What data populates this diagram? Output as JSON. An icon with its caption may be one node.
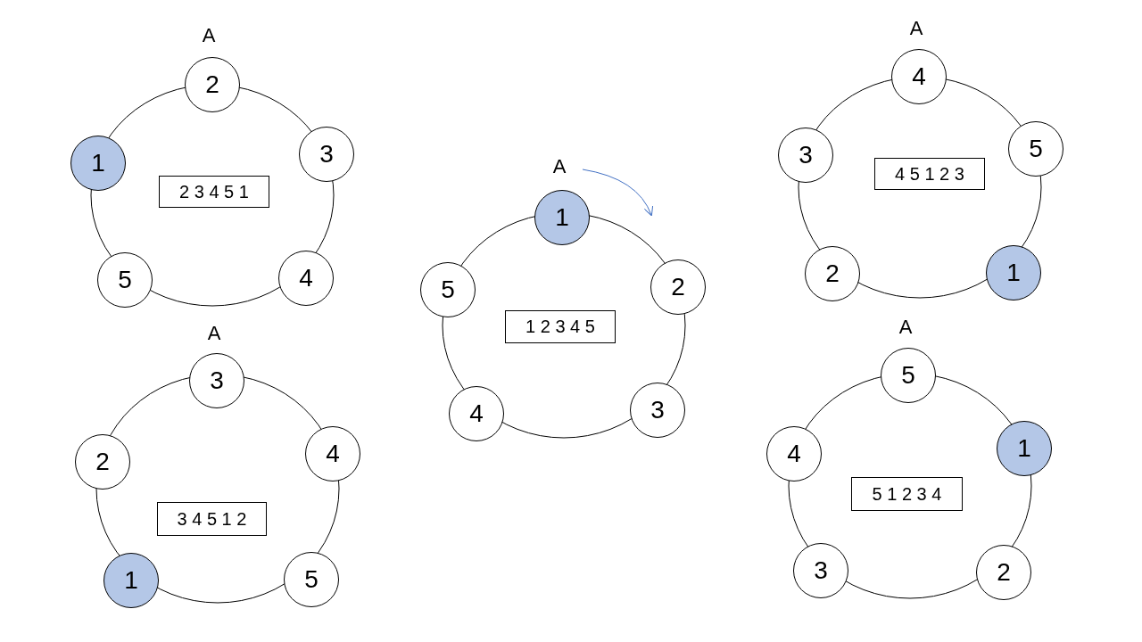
{
  "diagram": {
    "nodes": [
      {
        "text": [],
        "shape": "circle"
      },
      {
        "text": [
          "2"
        ],
        "beside": [
          "A"
        ]
      },
      {
        "text": [
          "3"
        ]
      },
      {
        "text": [
          "4"
        ]
      },
      {
        "text": [
          "5"
        ]
      },
      {
        "text": [
          "1"
        ]
      },
      {
        "text": [
          "2 3 4 5 1"
        ],
        "in": 0
      },
      {
        "text": [],
        "shape": "circle"
      },
      {
        "text": [
          "3"
        ],
        "beside": [
          "A"
        ]
      },
      {
        "text": [
          "4"
        ]
      },
      {
        "text": [
          "5"
        ]
      },
      {
        "text": [
          "1"
        ]
      },
      {
        "text": [
          "2"
        ]
      },
      {
        "text": [
          "3 4 5 1 2"
        ],
        "in": 7
      },
      {
        "text": [],
        "shape": "circle"
      },
      {
        "text": [
          "1"
        ],
        "beside": [
          "A"
        ]
      },
      {
        "text": [
          "2"
        ]
      },
      {
        "text": [
          "3"
        ]
      },
      {
        "text": [
          "4"
        ]
      },
      {
        "text": [
          "5"
        ]
      },
      {
        "text": [
          "1 2 3 4 5"
        ],
        "in": 14
      },
      {
        "text": [],
        "shape": "circle"
      },
      {
        "text": [
          "4"
        ],
        "beside": [
          "A"
        ]
      },
      {
        "text": [
          "5"
        ]
      },
      {
        "text": [
          "1"
        ]
      },
      {
        "text": [
          "2"
        ]
      },
      {
        "text": [
          "3"
        ]
      },
      {
        "text": [
          "4 5 1 2 3"
        ],
        "in": 21
      },
      {
        "text": [],
        "shape": "circle"
      },
      {
        "text": [
          "5"
        ],
        "beside": [
          "A"
        ]
      },
      {
        "text": [
          "1"
        ]
      },
      {
        "text": [
          "2"
        ]
      },
      {
        "text": [
          "3"
        ]
      },
      {
        "text": [
          "4"
        ]
      },
      {
        "text": [
          "5 1 2 3 4"
        ],
        "in": 28
      }
    ]
  }
}
